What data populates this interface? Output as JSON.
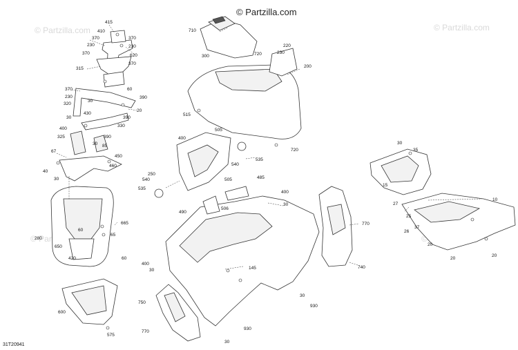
{
  "watermark": {
    "main": "© Partzilla.com",
    "faint": "© Partzilla.com"
  },
  "diagram_code": "31T20941",
  "labels": {
    "l415": "415",
    "l410": "410",
    "l370a": "370",
    "l370b": "370",
    "l370c": "370",
    "l370d": "370",
    "l370e": "370",
    "l230a": "230",
    "l230b": "230",
    "l230c": "230",
    "l620": "620",
    "l315": "315",
    "l60a": "60",
    "l390a": "390",
    "l390b": "390",
    "l390c": "390",
    "l320": "320",
    "l30a": "30",
    "l30b": "30",
    "l30c": "30",
    "l20a": "20",
    "l430": "430",
    "l400a": "400",
    "l330": "330",
    "l325": "325",
    "l85": "85",
    "l450": "450",
    "l67": "67",
    "l40": "40",
    "l460": "460",
    "l710": "710",
    "l300": "300",
    "l220": "220",
    "l720a": "720",
    "l200": "200",
    "l515": "515",
    "l720b": "720",
    "l505": "505",
    "l400b": "400",
    "l540a": "540",
    "l535a": "535",
    "l250": "250",
    "l540b": "540",
    "l535b": "535",
    "l505b": "505",
    "l485": "485",
    "l400c": "400",
    "l30d": "30",
    "l490": "490",
    "l506": "506",
    "l30e": "30",
    "l35": "35",
    "l15": "15",
    "l10": "10",
    "l27": "27",
    "l25": "25",
    "l37": "37",
    "l26": "26",
    "l20b": "20",
    "l20c": "20",
    "l20d": "20",
    "l770a": "770",
    "l740": "740",
    "l30f": "30",
    "l930a": "930",
    "l280": "280",
    "l665": "665",
    "l60b": "60",
    "l65": "65",
    "l650": "650",
    "l60c": "60",
    "l420": "420",
    "l400d": "400",
    "l145": "145",
    "l30g": "30",
    "l750": "750",
    "l770b": "770",
    "l30h": "30",
    "l930b": "930",
    "l600": "600",
    "l575": "575"
  }
}
